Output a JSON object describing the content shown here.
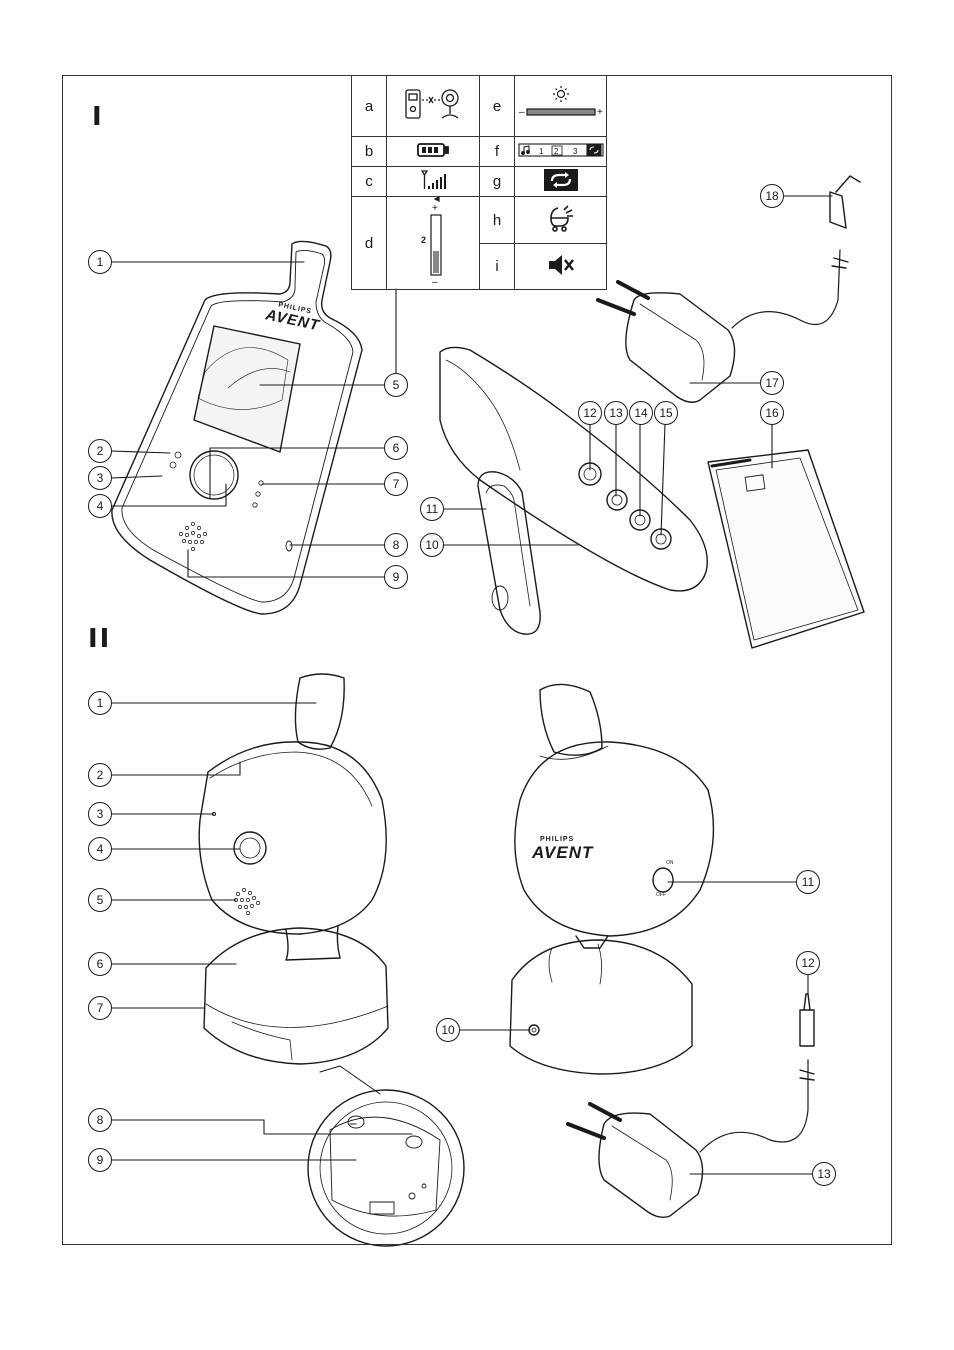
{
  "sections": {
    "one": "I",
    "two": "II"
  },
  "legend": {
    "rows": [
      {
        "letter": "a",
        "icon": "link-lost-icon"
      },
      {
        "letter": "e",
        "icon": "brightness-slider-icon",
        "minus": "–",
        "plus": "+"
      },
      {
        "letter": "b",
        "icon": "battery-icon"
      },
      {
        "letter": "f",
        "icon": "lullaby-bar-icon",
        "items": [
          "1",
          "2",
          "3"
        ]
      },
      {
        "letter": "c",
        "icon": "signal-strength-icon"
      },
      {
        "letter": "g",
        "icon": "repeat-icon"
      },
      {
        "letter": "d",
        "icon": "volume-bar-icon",
        "plus": "+",
        "minus": "–",
        "level": "2"
      },
      {
        "letter": "h",
        "icon": "cot-sound-icon"
      },
      {
        "letter": "i",
        "icon": "speaker-muted-icon"
      }
    ]
  },
  "brand": {
    "line1": "PHILIPS",
    "line2": "AVENT"
  },
  "switch": {
    "on": "ON",
    "off": "OFF"
  },
  "callouts_parent_unit": [
    "1",
    "2",
    "3",
    "4",
    "5",
    "6",
    "7",
    "8",
    "9",
    "10",
    "11",
    "12",
    "13",
    "14",
    "15",
    "16",
    "17",
    "18"
  ],
  "callouts_baby_unit": [
    "1",
    "2",
    "3",
    "4",
    "5",
    "6",
    "7",
    "8",
    "9",
    "10",
    "11",
    "12",
    "13"
  ]
}
